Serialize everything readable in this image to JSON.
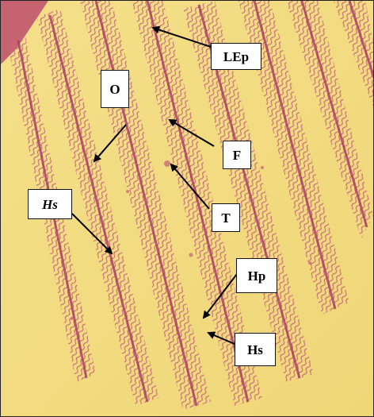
{
  "figure": {
    "colors": {
      "background": "#f2dc82",
      "tissue": "#c8607c",
      "tissue_dark": "#a23a5c",
      "lamella": "#d98a9a"
    },
    "labels": {
      "lep": "LEp",
      "o": "O",
      "f": "F",
      "hs_left": "Hs",
      "t": "T",
      "hp": "Hp",
      "hs_right": "Hs"
    }
  }
}
